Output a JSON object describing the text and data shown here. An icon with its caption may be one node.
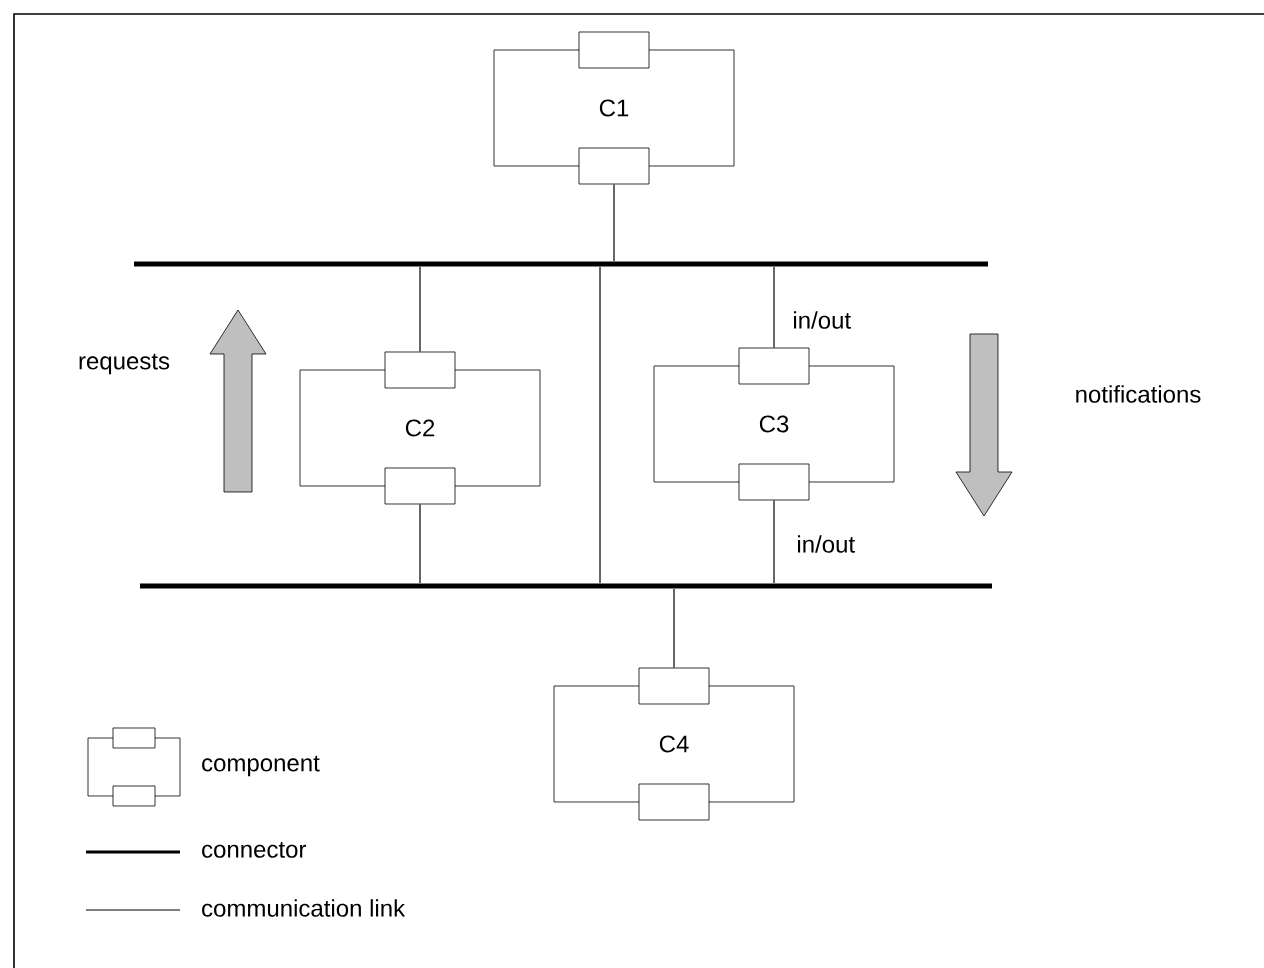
{
  "diagram": {
    "nodes": [
      {
        "text": [
          "C1"
        ]
      },
      {
        "text": [],
        "shape": "bar"
      },
      {
        "text": [
          "C2"
        ]
      },
      {
        "text": [
          "C3"
        ]
      },
      {
        "text": [],
        "shape": "bar"
      },
      {
        "text": [
          "C4"
        ]
      }
    ],
    "edges": [
      {
        "from": 0,
        "to": 1,
        "arrow": "none"
      },
      {
        "from": 1,
        "to": 2,
        "arrow": "none"
      },
      {
        "from": 1,
        "to": 4,
        "arrow": "none"
      },
      {
        "from": 1,
        "to": 3,
        "arrow": "none",
        "label": "in/out"
      },
      {
        "from": 2,
        "to": 4,
        "arrow": "none"
      },
      {
        "from": 3,
        "to": 4,
        "arrow": "none",
        "label": "in/out"
      },
      {
        "from": 4,
        "to": 5,
        "arrow": "none"
      }
    ],
    "labels": [
      "requests",
      "notifications"
    ],
    "legend": [
      {
        "text": "component"
      },
      {
        "text": "connector"
      },
      {
        "text": "communication link"
      }
    ]
  }
}
